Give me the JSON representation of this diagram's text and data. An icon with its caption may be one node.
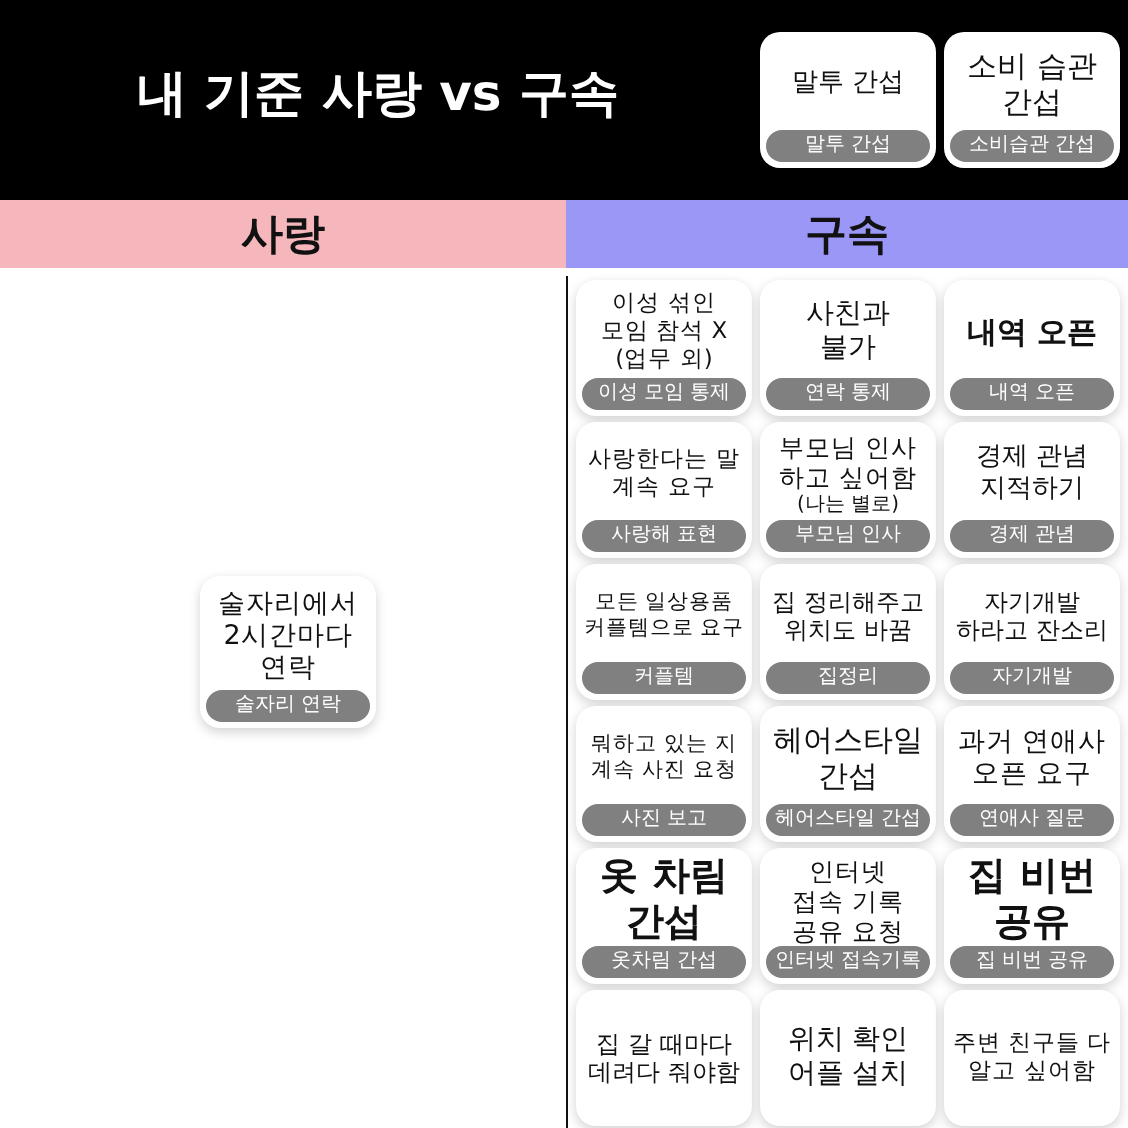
{
  "diagram": {
    "title": "내 기준 사랑 vs 구속",
    "nodes": [
      {
        "text": [
          "말투 간섭",
          "말투 간섭"
        ]
      },
      {
        "text": [
          "소비 습관 간섭",
          "소비습관 간섭"
        ]
      },
      {
        "text": [
          "사랑"
        ]
      },
      {
        "text": [
          "구속"
        ]
      },
      {
        "text": [
          "이성 섞인 모임 참석 X (업무 외)",
          "이성 모임 통제"
        ]
      },
      {
        "text": [
          "사친과 불가",
          "연락 통제"
        ]
      },
      {
        "text": [
          "내역 오픈",
          "내역 오픈"
        ]
      },
      {
        "text": [
          "사랑한다는 말 계속 요구",
          "사랑해 표현"
        ]
      },
      {
        "text": [
          "부모님 인사 하고 싶어함",
          "(나는 별로)",
          "부모님 인사"
        ]
      },
      {
        "text": [
          "경제 관념 지적하기",
          "경제 관념"
        ]
      },
      {
        "text": [
          "술자리에서 2시간마다 연락",
          "술자리 연락"
        ]
      },
      {
        "text": [
          "모든 일상용품 커플템으로 요구",
          "커플템"
        ]
      },
      {
        "text": [
          "집 정리해주고 위치도 바꿈",
          "집정리"
        ]
      },
      {
        "text": [
          "자기개발 하라고 잔소리",
          "자기개발"
        ]
      },
      {
        "text": [
          "뭐하고 있는 지 계속 사진 요청",
          "사진 보고"
        ]
      },
      {
        "text": [
          "헤어스타일 간섭",
          "헤어스타일 간섭"
        ]
      },
      {
        "text": [
          "과거 연애사 오픈 요구",
          "연애사 질문"
        ]
      },
      {
        "text": [
          "옷 차림 간섭",
          "옷차림 간섭"
        ]
      },
      {
        "text": [
          "인터넷 접속 기록 공유 요청",
          "인터넷 접속기록"
        ]
      },
      {
        "text": [
          "집 비번 공유",
          "집 비번 공유"
        ]
      },
      {
        "text": [
          "집 갈 때마다 데려다 줘야함"
        ]
      },
      {
        "text": [
          "위치 확인 어플 설치"
        ]
      },
      {
        "text": [
          "주변 친구들 다 알고 싶어함"
        ]
      }
    ]
  }
}
